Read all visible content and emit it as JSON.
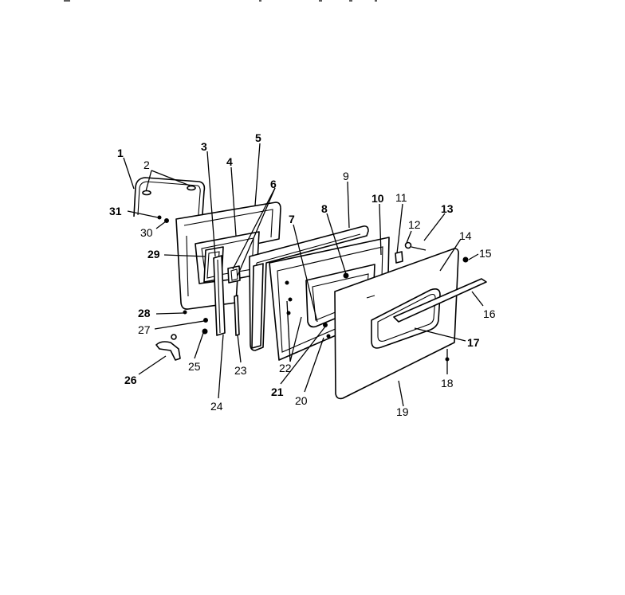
{
  "diagram": {
    "callouts": [
      {
        "id": "c1",
        "text": "1",
        "bold": true
      },
      {
        "id": "c2",
        "text": "2",
        "bold": false
      },
      {
        "id": "c3",
        "text": "3",
        "bold": true
      },
      {
        "id": "c4",
        "text": "4",
        "bold": true
      },
      {
        "id": "c5",
        "text": "5",
        "bold": true
      },
      {
        "id": "c6",
        "text": "6",
        "bold": true
      },
      {
        "id": "c7",
        "text": "7",
        "bold": true
      },
      {
        "id": "c8",
        "text": "8",
        "bold": true
      },
      {
        "id": "c9",
        "text": "9",
        "bold": false
      },
      {
        "id": "c10",
        "text": "10",
        "bold": true
      },
      {
        "id": "c11",
        "text": "11",
        "bold": false
      },
      {
        "id": "c12",
        "text": "12",
        "bold": false
      },
      {
        "id": "c13",
        "text": "13",
        "bold": true
      },
      {
        "id": "c14",
        "text": "14",
        "bold": false
      },
      {
        "id": "c15",
        "text": "15",
        "bold": false
      },
      {
        "id": "c16",
        "text": "16",
        "bold": false
      },
      {
        "id": "c17",
        "text": "17",
        "bold": true
      },
      {
        "id": "c18",
        "text": "18",
        "bold": false
      },
      {
        "id": "c19",
        "text": "19",
        "bold": false
      },
      {
        "id": "c20",
        "text": "20",
        "bold": false
      },
      {
        "id": "c21",
        "text": "21",
        "bold": true
      },
      {
        "id": "c22",
        "text": "22",
        "bold": false
      },
      {
        "id": "c23",
        "text": "23",
        "bold": false
      },
      {
        "id": "c24",
        "text": "24",
        "bold": false
      },
      {
        "id": "c25",
        "text": "25",
        "bold": false
      },
      {
        "id": "c26",
        "text": "26",
        "bold": true
      },
      {
        "id": "c27",
        "text": "27",
        "bold": false
      },
      {
        "id": "c28",
        "text": "28",
        "bold": true
      },
      {
        "id": "c29",
        "text": "29",
        "bold": true
      },
      {
        "id": "c30",
        "text": "30",
        "bold": false
      },
      {
        "id": "c31",
        "text": "31",
        "bold": true
      }
    ]
  }
}
